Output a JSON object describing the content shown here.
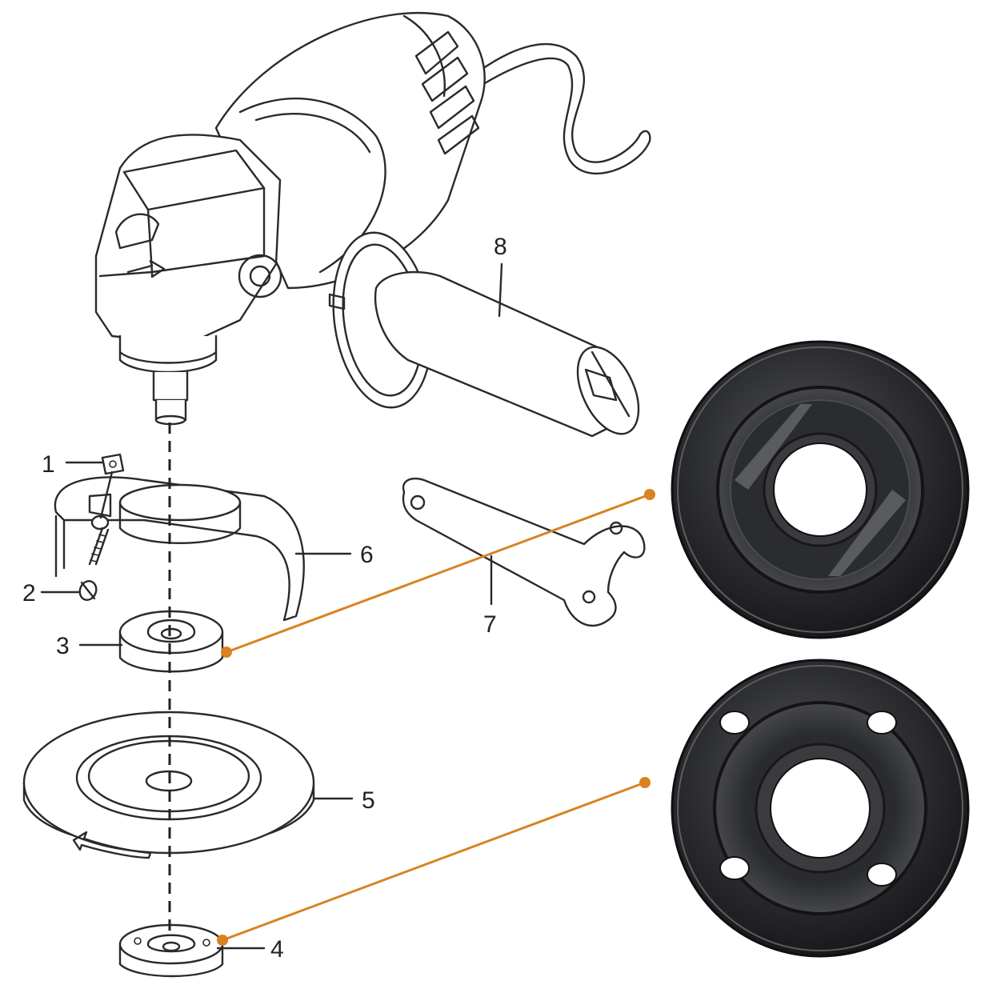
{
  "labels": {
    "part_1": "1",
    "part_2": "2",
    "part_3": "3",
    "part_4": "4",
    "part_5": "5",
    "part_6": "6",
    "part_7": "7",
    "part_8": "8"
  },
  "colors": {
    "line_art": "#2a2a2a",
    "callout": "#d9821f",
    "nut_dark": "#1e1e20",
    "nut_mid": "#3a3b3e",
    "nut_highlight": "#6a6b6f",
    "background": "#ffffff"
  }
}
